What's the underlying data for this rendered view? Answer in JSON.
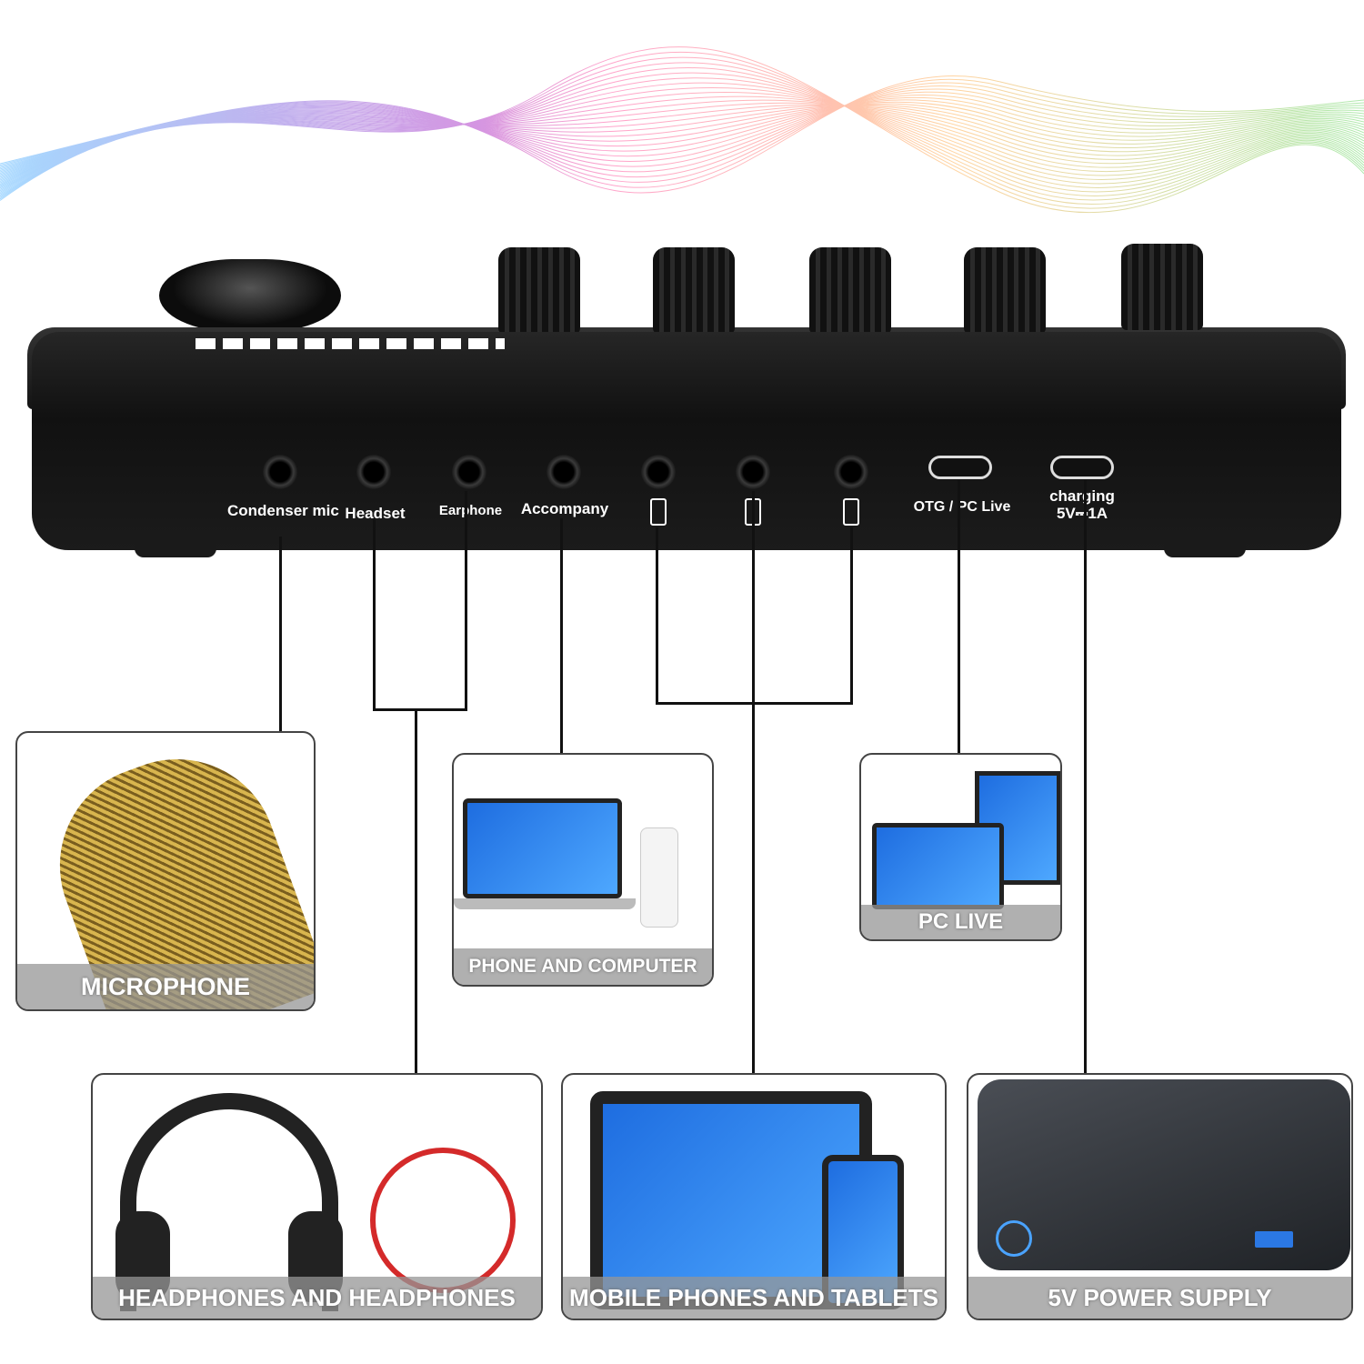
{
  "ports": [
    {
      "label": "Condenser mic"
    },
    {
      "label": "Headset"
    },
    {
      "label": "Earphone"
    },
    {
      "label": "Accompany"
    },
    {
      "label": "",
      "icon": "phone-icon"
    },
    {
      "label": "",
      "icon": "phone-icon"
    },
    {
      "label": "",
      "icon": "phone-icon"
    },
    {
      "label": "OTG / PC Live"
    },
    {
      "label": "charging",
      "sub": "5V⎓1A"
    }
  ],
  "boxes": {
    "microphone": "MICROPHONE",
    "phone_computer": "PHONE AND COMPUTER",
    "pc_live": "PC LIVE",
    "headphones": "HEADPHONES AND HEADPHONES",
    "mobile_tablets": "MOBILE PHONES AND TABLETS",
    "power": "5V POWER SUPPLY"
  },
  "colors": {
    "device": "#1a1a1a",
    "caption_bg": "#969696",
    "screen": "#2f86f0",
    "mic_gold": "#c9a646",
    "cable_red": "#d42a2a"
  }
}
